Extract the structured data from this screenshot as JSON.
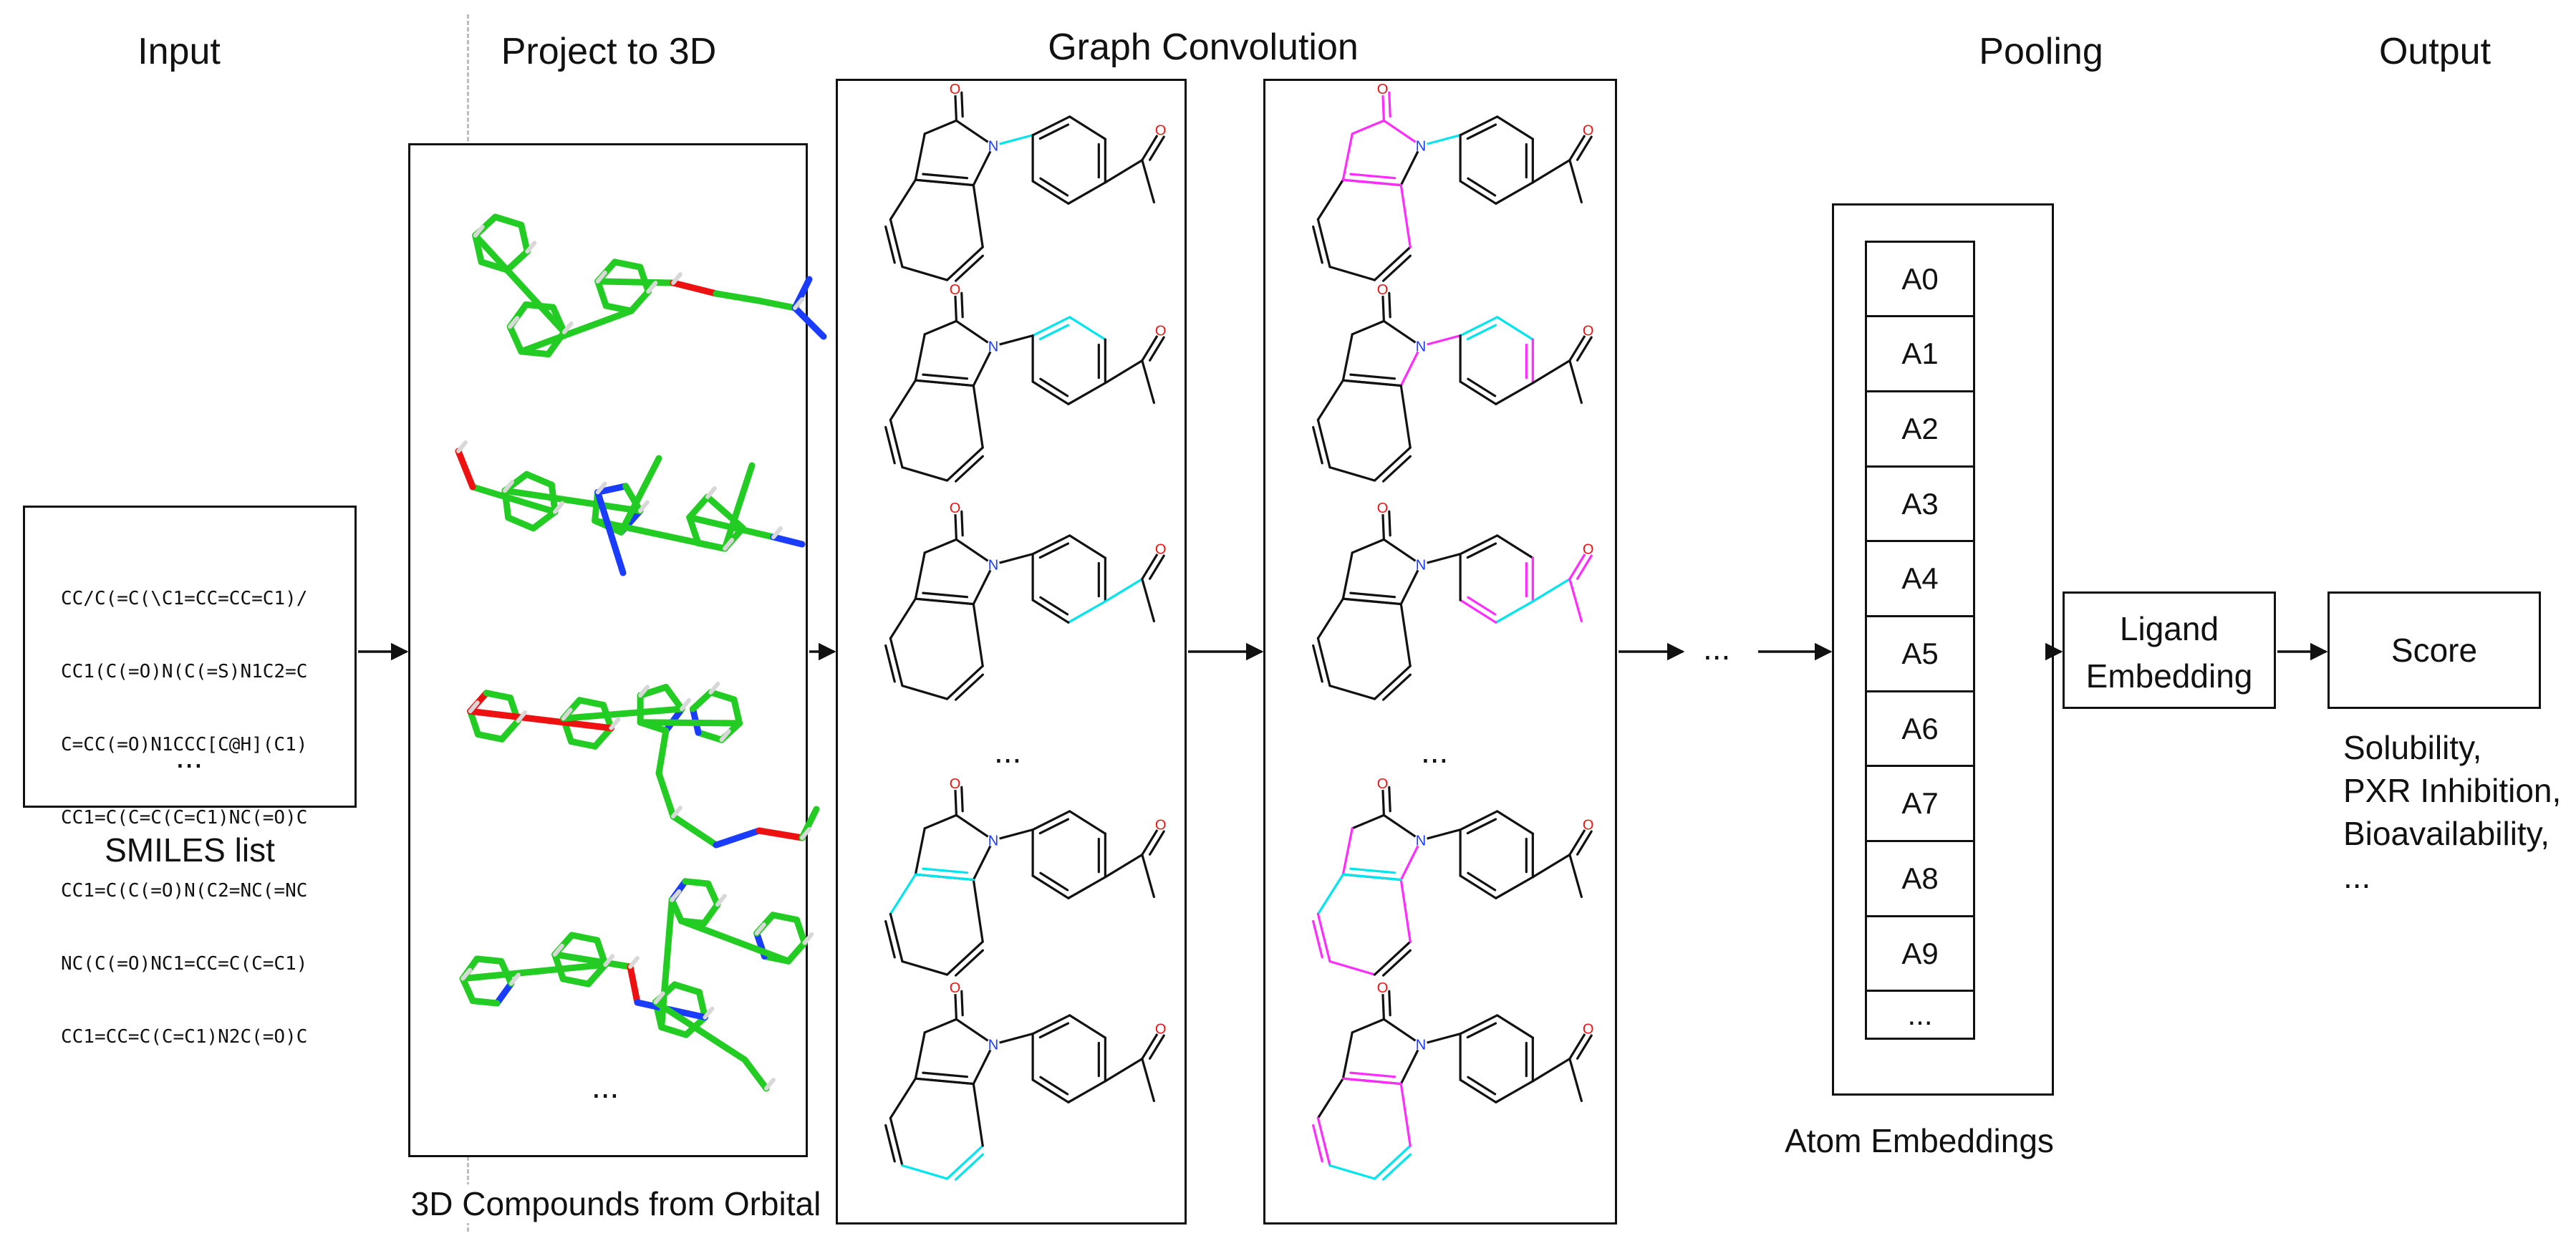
{
  "headers": {
    "input": "Input",
    "project": "Project to 3D",
    "graph_conv": "Graph Convolution",
    "pooling": "Pooling",
    "output": "Output"
  },
  "input_box": {
    "smiles": [
      "CC/C(=C(\\C1=CC=CC=C1)/",
      "CC1(C(=O)N(C(=S)N1C2=C",
      "C=CC(=O)N1CCC[C@H](C1)",
      "CC1=C(C=C(C=C1)NC(=O)C",
      "CC1=C(C(=O)N(C2=NC(=NC",
      "NC(C(=O)NC1=CC=C(C=C1)",
      "CC1=CC=C(C=C1)N2C(=O)C"
    ],
    "ellipsis": "...",
    "caption": "SMILES list"
  },
  "project_box": {
    "ellipsis": "...",
    "caption": "3D Compounds from Orbital"
  },
  "graph_conv": {
    "ellipsis_1": "...",
    "ellipsis_2": "...",
    "between": "..."
  },
  "pooling": {
    "atoms": [
      "A0",
      "A1",
      "A2",
      "A3",
      "A4",
      "A5",
      "A6",
      "A7",
      "A8",
      "A9"
    ],
    "ellipsis": "...",
    "caption": "Atom Embeddings",
    "ligand_line1": "Ligand",
    "ligand_line2": "Embedding"
  },
  "output": {
    "score": "Score",
    "properties": [
      "Solubility,",
      "PXR Inhibition,",
      "Bioavailability,",
      "..."
    ]
  },
  "colors": {
    "highlight_cyan": "#00e5ee",
    "highlight_magenta": "#ff2bff",
    "mol3d_green": "#22cc22",
    "mol3d_blue": "#1a3cff",
    "mol3d_red": "#ee1111",
    "mol3d_white": "#d8d8d8"
  }
}
